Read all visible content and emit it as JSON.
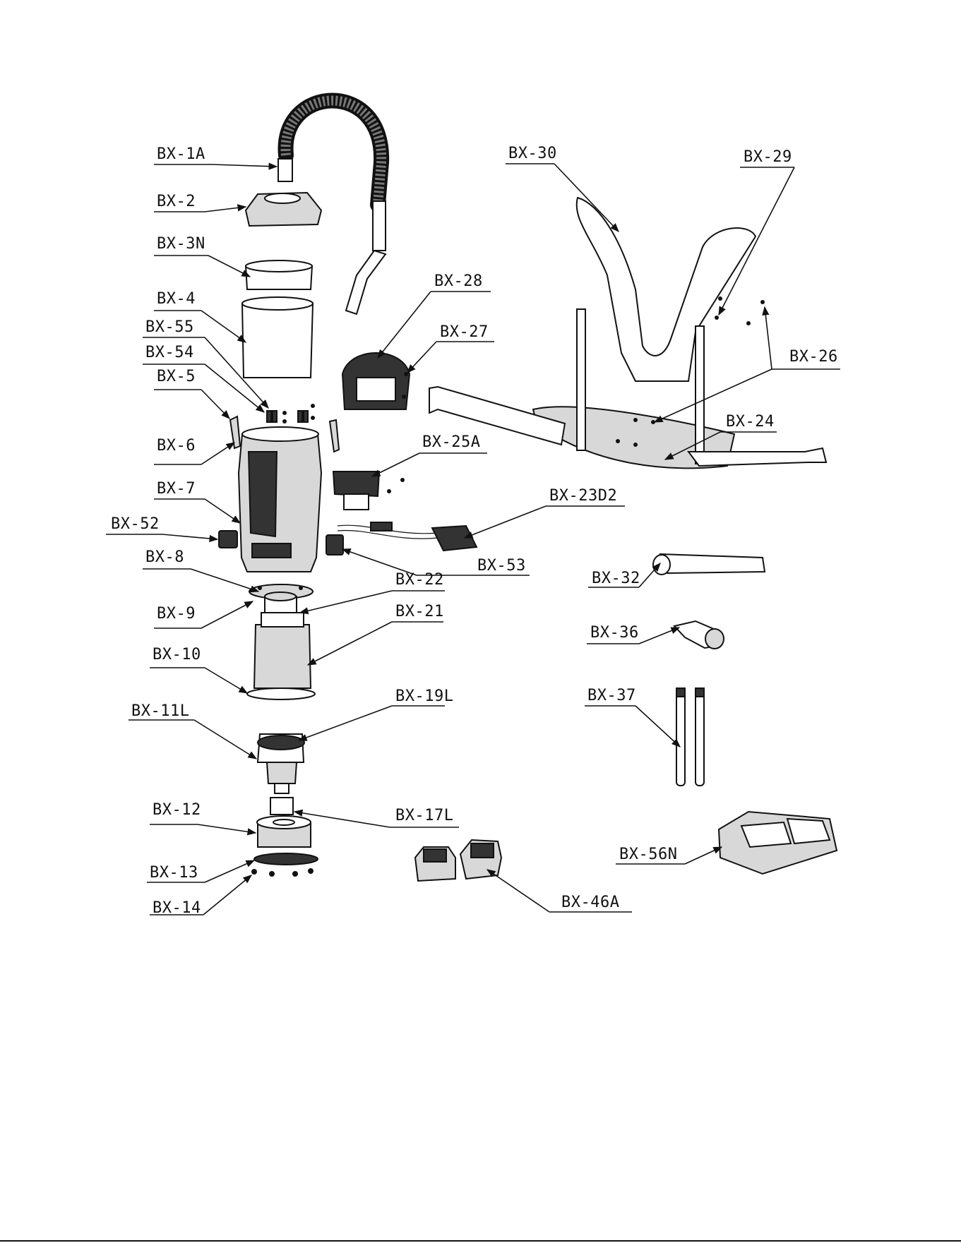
{
  "labels": {
    "bx1a": "BX-1A",
    "bx2": "BX-2",
    "bx3n": "BX-3N",
    "bx4": "BX-4",
    "bx55": "BX-55",
    "bx54": "BX-54",
    "bx5": "BX-5",
    "bx6": "BX-6",
    "bx7": "BX-7",
    "bx52": "BX-52",
    "bx8": "BX-8",
    "bx9": "BX-9",
    "bx10": "BX-10",
    "bx11l": "BX-11L",
    "bx12": "BX-12",
    "bx13": "BX-13",
    "bx14": "BX-14",
    "bx30": "BX-30",
    "bx29": "BX-29",
    "bx28": "BX-28",
    "bx27": "BX-27",
    "bx26": "BX-26",
    "bx24": "BX-24",
    "bx25a": "BX-25A",
    "bx23d2": "BX-23D2",
    "bx53": "BX-53",
    "bx22": "BX-22",
    "bx21": "BX-21",
    "bx19l": "BX-19L",
    "bx17l": "BX-17L",
    "bx32": "BX-32",
    "bx36": "BX-36",
    "bx37": "BX-37",
    "bx56n": "BX-56N",
    "bx46a": "BX-46A"
  },
  "colors": {
    "ink": "#111111",
    "paper": "#ffffff",
    "shade": "#d8d8d8"
  }
}
